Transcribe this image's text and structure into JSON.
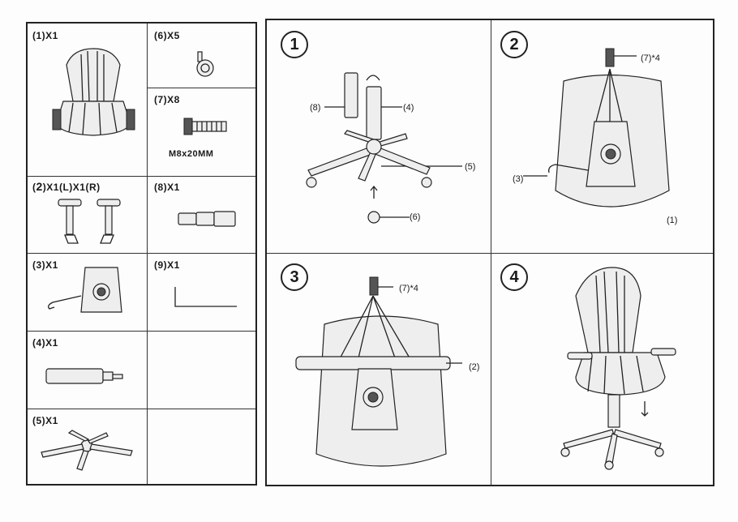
{
  "parts": [
    {
      "label": "(1)X1"
    },
    {
      "label": "(6)X5"
    },
    {
      "label": "(7)X8",
      "spec": "M8x20MM"
    },
    {
      "label": "(2)X1(L)X1(R)",
      "num": "2",
      "rest": "X1(L)X1(R)"
    },
    {
      "label": "(8)X1"
    },
    {
      "label": "(3)X1"
    },
    {
      "label": "(9)X1"
    },
    {
      "label": "(4)X1"
    },
    {
      "label": "(5)X1"
    }
  ],
  "steps": [
    {
      "number": "1",
      "callouts": [
        "(8)",
        "(4)",
        "(5)",
        "(6)"
      ]
    },
    {
      "number": "2",
      "callouts": [
        "(7)*4",
        "(3)",
        "(1)"
      ]
    },
    {
      "number": "3",
      "callouts": [
        "(7)*4",
        "(2)"
      ]
    },
    {
      "number": "4",
      "callouts": []
    }
  ]
}
